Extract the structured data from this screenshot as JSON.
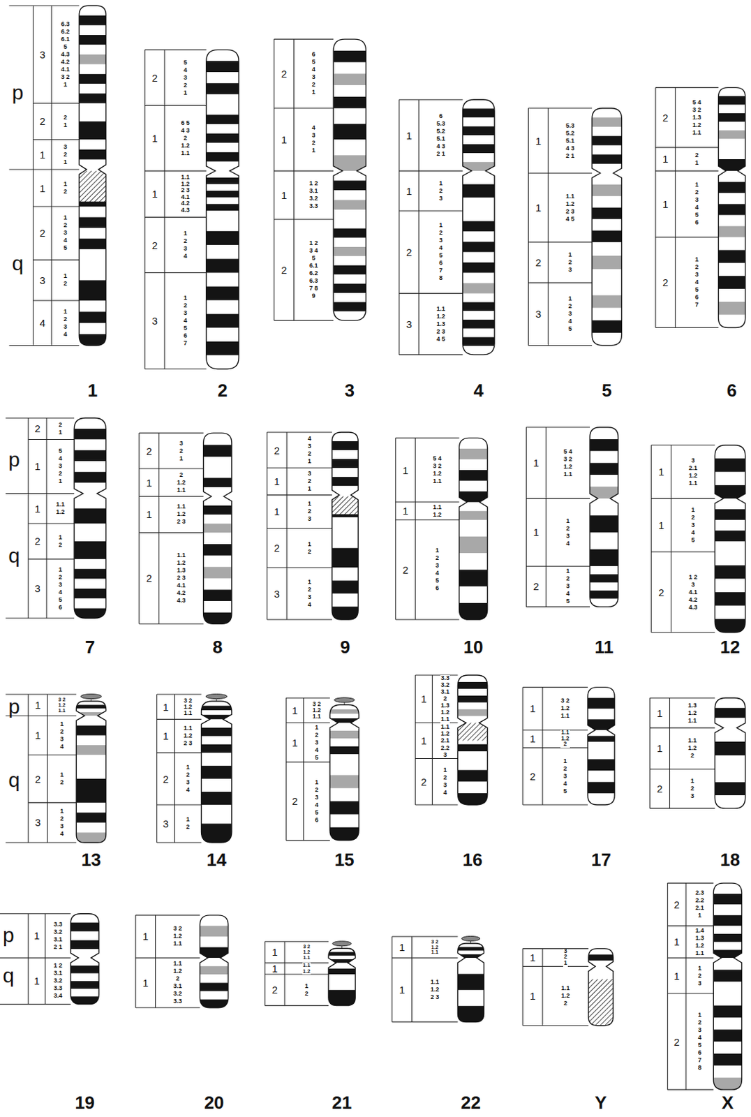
{
  "diagram": {
    "labels": [
      "p",
      "q",
      "3",
      "6.3 6.2 6.1 5 4.3 4.2 4.1 3 2 1",
      "2",
      "2 1",
      "1",
      "3 2 1",
      "1",
      "1 2",
      "2",
      "1 2 3 4 5",
      "3",
      "1 2",
      "4",
      "1 2 3 4",
      "1",
      "2",
      "5 4 3 2 1",
      "1",
      "6 5 4 3 2 1.2 1.1",
      "1",
      "1.1 1.2 2 3 4.1 4.2 4.3",
      "2",
      "1 2 3 4",
      "3",
      "1 2 3 4 5 6 7",
      "2",
      "2",
      "6 5 4 3 2 1",
      "1",
      "4 3 2 1",
      "1",
      "1 2 3.1 3.2 3.3",
      "2",
      "1 2 3 4 5 6.1 6.2 6.3 7 8 9",
      "3",
      "1",
      "6 5.3 5.2 5.1 4 3 2 1",
      "1",
      "1 2 3",
      "2",
      "1 2 3 4 5 6 7 8",
      "3",
      "1.1 1.2 1.3 2 3 4 5",
      "4",
      "1",
      "5.3 5.2 5.1 4 3 2 1",
      "1",
      "1.1 1.2 2 3 4 5",
      "2",
      "1 2 3",
      "3",
      "1 2 3 4 5",
      "5",
      "2",
      "5 4 3 2 1.3 1.2 1.1",
      "1",
      "2 1",
      "1",
      "1 2 3 4 5 6",
      "2",
      "1 2 3 4 5 6 7",
      "6",
      "p",
      "q",
      "2",
      "2 1",
      "1",
      "5 4 3 2 1",
      "1",
      "1.1 1.2",
      "2",
      "1 2",
      "3",
      "1 2 3 4 5 6",
      "7",
      "2",
      "3 2 1",
      "1",
      "2 1.2 1.1",
      "1",
      "1.1 1.2 2 3",
      "2",
      "1.1 1.2 1.3 2 3 4.1 4.2 4.3",
      "8",
      "2",
      "4 3 2 1",
      "1",
      "3 2 1",
      "1",
      "1 2 3",
      "2",
      "1 2",
      "3",
      "1 2 3 4",
      "9",
      "1",
      "5 4 3 2 1.2 1.1",
      "1",
      "1.1 1.2",
      "2",
      "1 2 3 4 5 6",
      "10",
      "1",
      "5 4 3 2 1.2 1.1",
      "1",
      "1 2 3 4",
      "2",
      "1 2 3 4 5",
      "11",
      "1",
      "3 2.1 1.2 1.1",
      "1",
      "1 2 3 4 5",
      "2",
      "1 2 3 4.1 4.2 4.3",
      "12",
      "p",
      "q",
      "1",
      "3 2 1.2 1.1",
      "1",
      "1 2 3 4",
      "2",
      "1 2",
      "3",
      "1 2 3 4",
      "13",
      "1",
      "3 2 1.2 1.1",
      "1",
      "1.1 1.2 2 3",
      "2",
      "1 2 3 4",
      "3",
      "1 2",
      "14",
      "1",
      "3 2 1.2 1.1",
      "1",
      "1 2 3 4 5",
      "2",
      "1 2 3 4 5 6",
      "15",
      "1",
      "3.3 3.2 3.1 2 1.3 1.2 1.1",
      "1",
      "1.1 1.2 2.1 2.2 3",
      "2",
      "1 2 3 4",
      "16",
      "1",
      "3 2 1.2 1.1",
      "1",
      "1.1 1.2 2",
      "2",
      "1 2 3 4 5",
      "17",
      "1",
      "1.3 1.2 1.1",
      "1",
      "1.1 1.2 2",
      "2",
      "1 2 3",
      "18",
      "p",
      "q",
      "1",
      "3.3 3.2 3.1 2 1",
      "1",
      "1 2 3.1 3.2 3.3 3.4",
      "19",
      "1",
      "3 2 1.2 1.1",
      "1",
      "1.1 1.2 2 3.1 3.2 3.3",
      "20",
      "1",
      "3 2 1.2 1.1",
      "1",
      "1.1 1.2",
      "2",
      "1 2",
      "21",
      "1",
      "3 2 1.2 1.1",
      "1",
      "1.1 1.2 2 3",
      "22",
      "1",
      "3 2 1",
      "1",
      "1.1 1.2 2",
      "Y",
      "2",
      "2.3 2.2 2.1 1",
      "1",
      "1.4 1.3 1.2 1.1",
      "1",
      "1 2 3",
      "2",
      "1 2 3 4 5 6 7 8",
      "X"
    ]
  }
}
